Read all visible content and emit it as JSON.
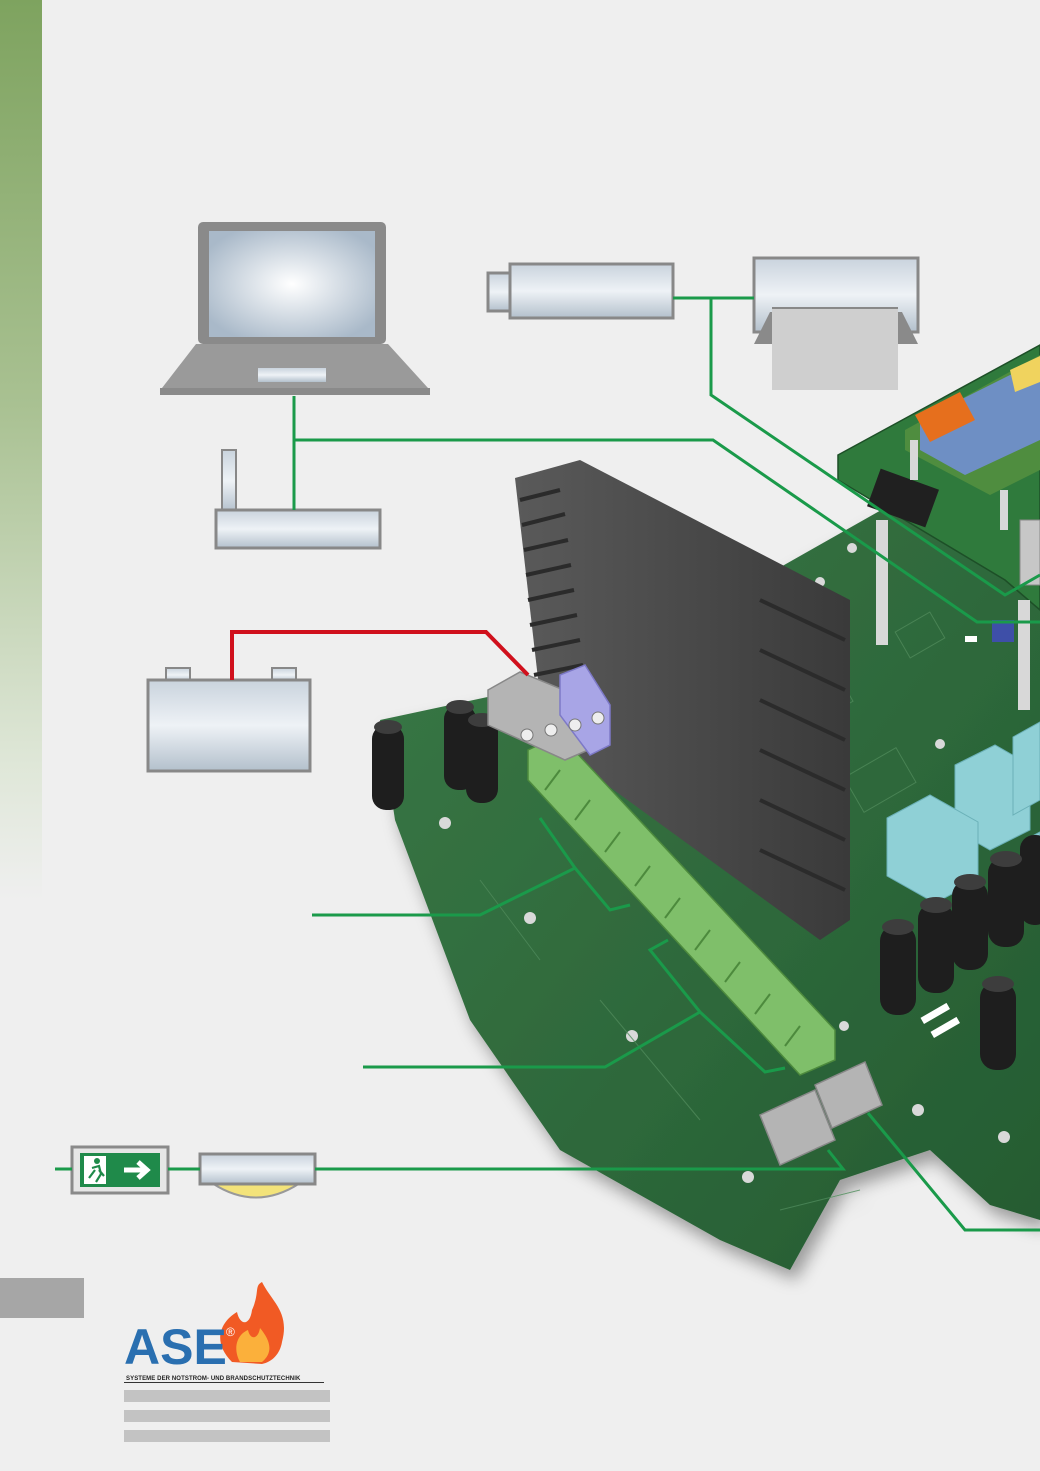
{
  "brand": {
    "logo_letters": "ASE",
    "registered_mark": "®",
    "tagline": "SYSTEME DER NOTSTROM- UND BRANDSCHUTZTECHNIK"
  },
  "colors": {
    "sidebar_top": "#7ea35f",
    "sidebar_bottom": "#e8ece4",
    "connection_line": "#1a9a4a",
    "power_line": "#d0101c",
    "pcb": "#2e6a3c",
    "terminal_green": "#7fbf6a",
    "exit_sign": "#1f8a4a",
    "device_frame": "#8e8e8e"
  },
  "icons": [
    "laptop-icon",
    "router-icon",
    "usb-stick-icon",
    "printer-icon",
    "battery-icon",
    "exit-sign-icon",
    "emergency-luminaire-icon",
    "circuit-board-icon",
    "ase-flame-logo"
  ]
}
